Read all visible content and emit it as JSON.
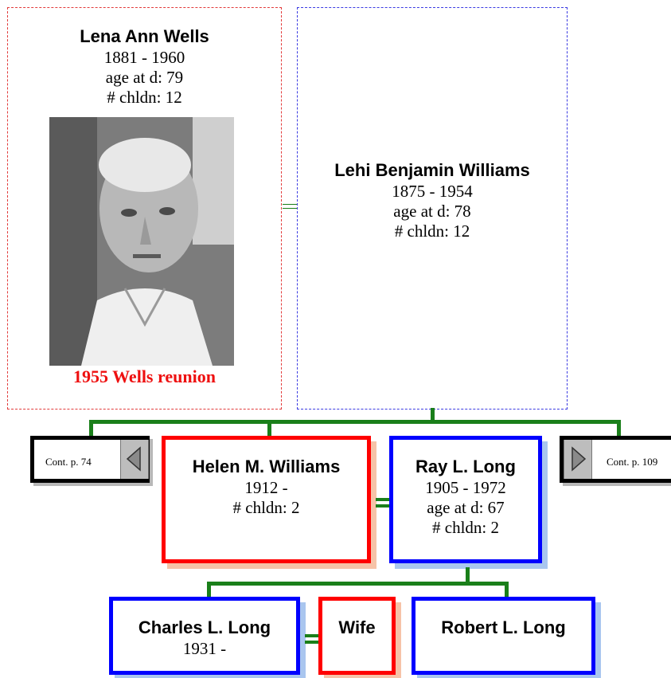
{
  "grandparents": {
    "mother": {
      "name": "Lena Ann Wells",
      "dates": "1881 - 1960",
      "age": "age at d: 79",
      "children": "# chldn: 12",
      "photo_caption": "1955 Wells reunion"
    },
    "father": {
      "name": "Lehi Benjamin Williams",
      "dates": "1875 - 1954",
      "age": "age at d: 78",
      "children": "# chldn: 12"
    }
  },
  "parents": {
    "left_cont": "Cont. p. 74",
    "right_cont": "Cont. p. 109",
    "mother": {
      "name": "Helen M. Williams",
      "dates": "1912 -",
      "children": "# chldn: 2"
    },
    "father": {
      "name": "Ray L. Long",
      "dates": "1905 - 1972",
      "age": "age at d: 67",
      "children": "# chldn: 2"
    }
  },
  "children": [
    {
      "name": "Charles L. Long",
      "dates": "1931 -"
    },
    {
      "name": "Wife"
    },
    {
      "name": "Robert L. Long"
    }
  ],
  "colors": {
    "female": "#ff0000",
    "male": "#0000ff",
    "connector": "#1a7f1a",
    "caption": "#ee1010"
  }
}
